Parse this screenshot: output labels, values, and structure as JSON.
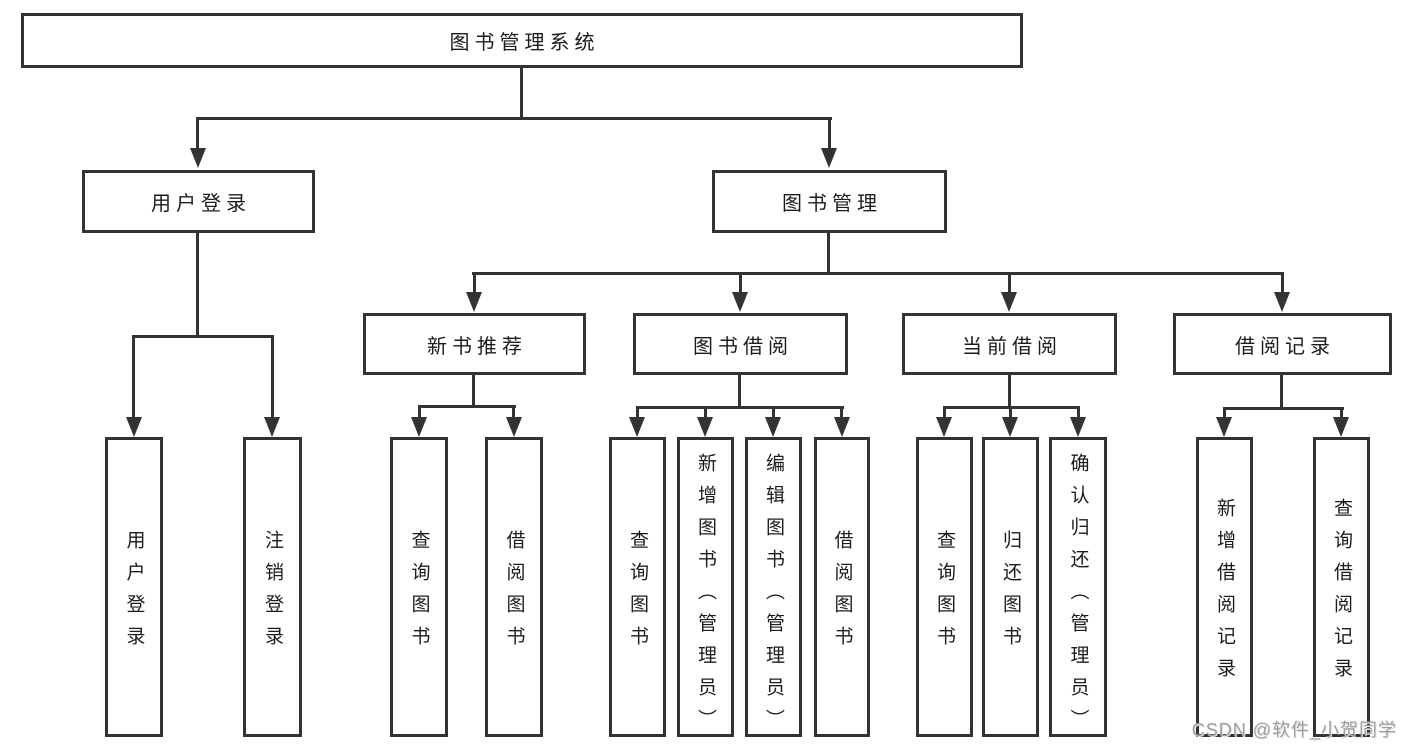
{
  "tree": {
    "root": "图书管理系统",
    "branches": [
      {
        "label": "用户登录",
        "children": [
          "用户登录",
          "注销登录"
        ]
      },
      {
        "label": "图书管理",
        "children": [
          {
            "label": "新书推荐",
            "children": [
              "查询图书",
              "借阅图书"
            ]
          },
          {
            "label": "图书借阅",
            "children": [
              "查询图书",
              "新增图书（管理员）",
              "编辑图书（管理员）",
              "借阅图书"
            ]
          },
          {
            "label": "当前借阅",
            "children": [
              "查询图书",
              "归还图书",
              "确认归还（管理员）"
            ]
          },
          {
            "label": "借阅记录",
            "children": [
              "新增借阅记录",
              "查询借阅记录"
            ]
          }
        ]
      }
    ]
  },
  "watermark": "CSDN @软件_小贺同学",
  "colors": {
    "line": "#333333",
    "node_border": "#333333",
    "node_fill": "#ffffff",
    "text": "#1c1c1c",
    "watermark": "#9e9e9e",
    "background": "#ffffff"
  }
}
